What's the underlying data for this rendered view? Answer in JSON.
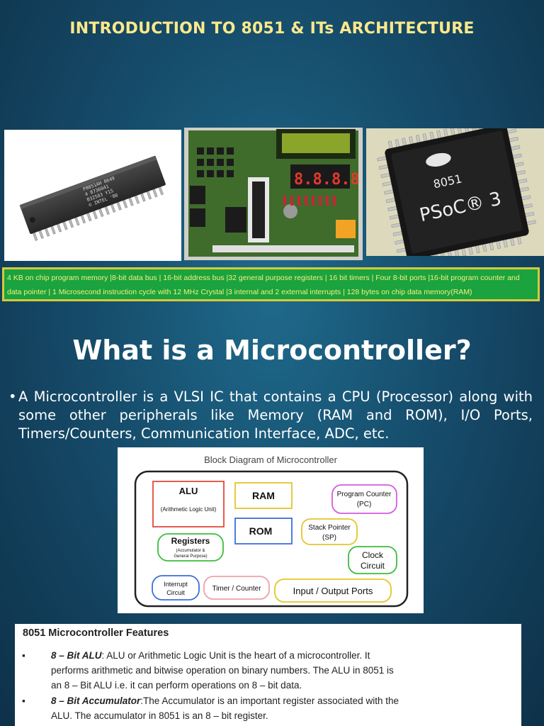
{
  "header": {
    "title": "INTRODUCTION TO 8051 & ITs ARCHITECTURE"
  },
  "photos": {
    "dip_chip": {
      "marking": [
        "P8051AH 0649",
        "4 8736041",
        "B32503 Y1S",
        "© INTEL '80"
      ]
    },
    "dev_board": {},
    "psoc_chip": {
      "marking": [
        "8051",
        "PSoC® 3"
      ]
    }
  },
  "features_bar": {
    "text": "4 KB on chip program memory |8-bit data bus | 16-bit address bus |32 general purpose registers | 16 bit timers | Four 8-bit ports |16-bit program counter and data pointer | 1 Microsecond instruction cycle with 12 MHz Crystal |3 internal and 2 external interrupts | 128 bytes on chip data memory(RAM)"
  },
  "section": {
    "heading": "What is a Microcontroller?",
    "bullet_marker": "•",
    "bullet_text": "A Microcontroller is a VLSI IC that contains a CPU (Processor) along with some other peripherals like Memory (RAM and ROM), I/O Ports, Timers/Counters, Communication Interface, ADC, etc."
  },
  "block_diagram": {
    "title": "Block Diagram of Microcontroller",
    "alu": "ALU",
    "alu_sub": "(Arithmetic Logic Unit)",
    "ram": "RAM",
    "pc_line1": "Program Counter",
    "pc_line2": "(PC)",
    "registers": "Registers",
    "registers_sub1": "(Accumulator &",
    "registers_sub2": "General Purpose)",
    "rom": "ROM",
    "sp_line1": "Stack Pointer",
    "sp_line2": "(SP)",
    "clock_line1": "Clock",
    "clock_line2": "Circuit",
    "interrupt_line1": "Interrupt",
    "interrupt_line2": "Circuit",
    "timer": "Timer / Counter",
    "io": "Input / Output Ports"
  },
  "features_page": {
    "heading": "8051 Microcontroller Features",
    "bullet": "▪",
    "items": [
      {
        "key": "8 – Bit ALU",
        "sep": ": ",
        "lines": [
          "ALU or Arithmetic Logic Unit is the heart of a microcontroller. It",
          "performs arithmetic and bitwise operation on binary numbers. The ALU in 8051 is",
          "an 8 – Bit ALU i.e. it can perform operations on 8 – bit data."
        ]
      },
      {
        "key": "8 – Bit Accumulator",
        "sep": ":",
        "lines": [
          "The Accumulator is an important register associated with the",
          "ALU. The accumulator in 8051 is an 8 – bit register."
        ]
      }
    ]
  },
  "colors": {
    "title": "#ffe98a",
    "features_bg": "#1aa33f",
    "features_text": "#f6ef7a",
    "features_border": "#d7c93a"
  }
}
